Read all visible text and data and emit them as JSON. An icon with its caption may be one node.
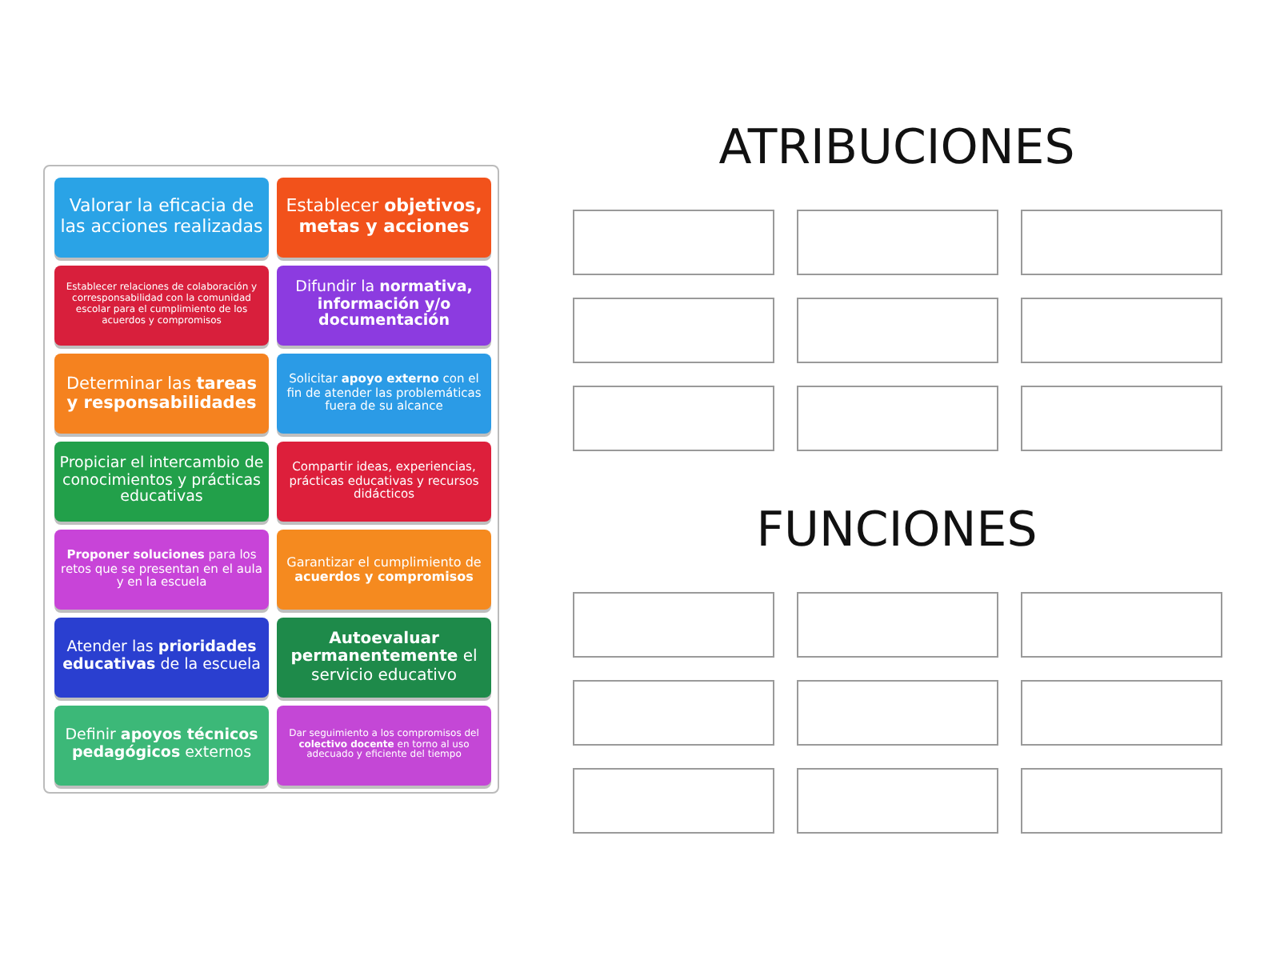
{
  "diagram": {
    "nodes": [
      {
        "text": [],
        "shape": "box"
      },
      {
        "text": [
          "Valorar la eficacia de las acciones realizadas"
        ],
        "in": 0
      },
      {
        "text": [
          "Establecer **objetivos, metas y acciones**"
        ],
        "in": 0
      },
      {
        "text": [
          "Establecer relaciones de colaboración y corresponsabilidad con la comunidad escolar para el cumplimiento de los acuerdos y compromisos"
        ],
        "in": 0
      },
      {
        "text": [
          "Difundir la **normativa, información y/o documentación**"
        ],
        "in": 0
      },
      {
        "text": [
          "Determinar las **tareas y responsabilidades**"
        ],
        "in": 0
      },
      {
        "text": [
          "Solicitar **apoyo externo** con el fin de atender las problemáticas fuera de su alcance"
        ],
        "in": 0
      },
      {
        "text": [
          "Propiciar el intercambio de conocimientos y prácticas educativas"
        ],
        "in": 0
      },
      {
        "text": [
          "Compartir ideas, experiencias, prácticas educativas y recursos didácticos"
        ],
        "in": 0
      },
      {
        "text": [
          "**Proponer soluciones** para los retos que se presentan en el aula y en la escuela"
        ],
        "in": 0
      },
      {
        "text": [
          "Garantizar el cumplimiento de **acuerdos y compromisos**"
        ],
        "in": 0
      },
      {
        "text": [
          "Atender las **prioridades educativas** de la escuela"
        ],
        "in": 0
      },
      {
        "text": [
          "**Autoevaluar permanentemente** el servicio educativo"
        ],
        "in": 0
      },
      {
        "text": [
          "Definir **apoyos técnicos pedagógicos** externos"
        ],
        "in": 0
      },
      {
        "text": [
          "Dar seguimiento a los compromisos del **colectivo docente** en torno al uso adecuado y eficiente del tiempo"
        ],
        "in": 0
      },
      {
        "text": [],
        "shape": "box"
      },
      {
        "text": [],
        "shape": "box"
      },
      {
        "text": [],
        "shape": "box"
      },
      {
        "text": [],
        "shape": "box"
      },
      {
        "text": [],
        "shape": "box"
      },
      {
        "text": [],
        "shape": "box"
      },
      {
        "text": [],
        "shape": "box"
      },
      {
        "text": [],
        "shape": "box"
      },
      {
        "text": [],
        "shape": "box"
      },
      {
        "text": [],
        "shape": "box"
      },
      {
        "text": [],
        "shape": "box"
      },
      {
        "text": [],
        "shape": "box"
      },
      {
        "text": [],
        "shape": "box"
      },
      {
        "text": [],
        "shape": "box"
      },
      {
        "text": [],
        "shape": "box"
      },
      {
        "text": [],
        "shape": "box"
      },
      {
        "text": [],
        "shape": "box"
      },
      {
        "text": [],
        "shape": "box"
      }
    ],
    "labels": [
      "ATRIBUCIONES",
      "FUNCIONES"
    ]
  }
}
